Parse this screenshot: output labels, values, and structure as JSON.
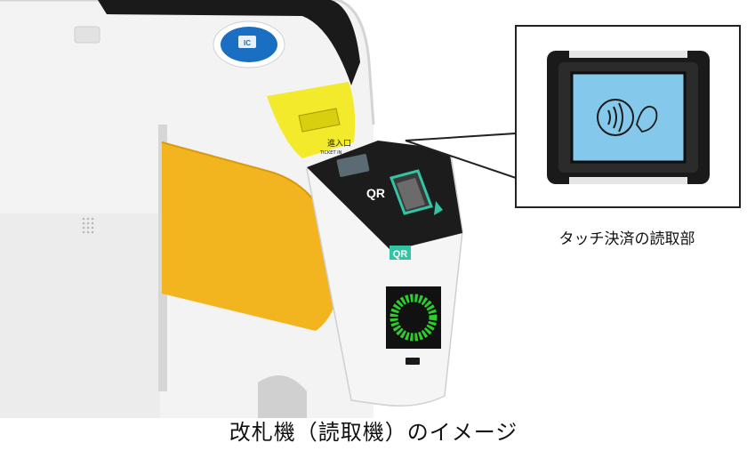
{
  "caption": "改札機（読取機）のイメージ",
  "reader_label": "タッチ決済の読取部",
  "gate_labels": {
    "ic_mark": "IC",
    "qr_main": "QR",
    "qr_sub": "QR",
    "entry_label": "進入口",
    "entry_label_en": "TICKET IN"
  },
  "colors": {
    "gate_body": "#f3f3f3",
    "gate_shadow": "#d9d9d9",
    "flap": "#f3b51f",
    "ticket_slot": "#f2ea2a",
    "reader_panel": "#1c1c1c",
    "qr_arrow": "#33c4a6",
    "led_green": "#2ecc2e",
    "contactless_screen": "#84c9ec",
    "frame_border": "#222222"
  },
  "icons": [
    "ic-card-icon",
    "qr-reader-icon",
    "contactless-icon",
    "green-ring-indicator"
  ]
}
